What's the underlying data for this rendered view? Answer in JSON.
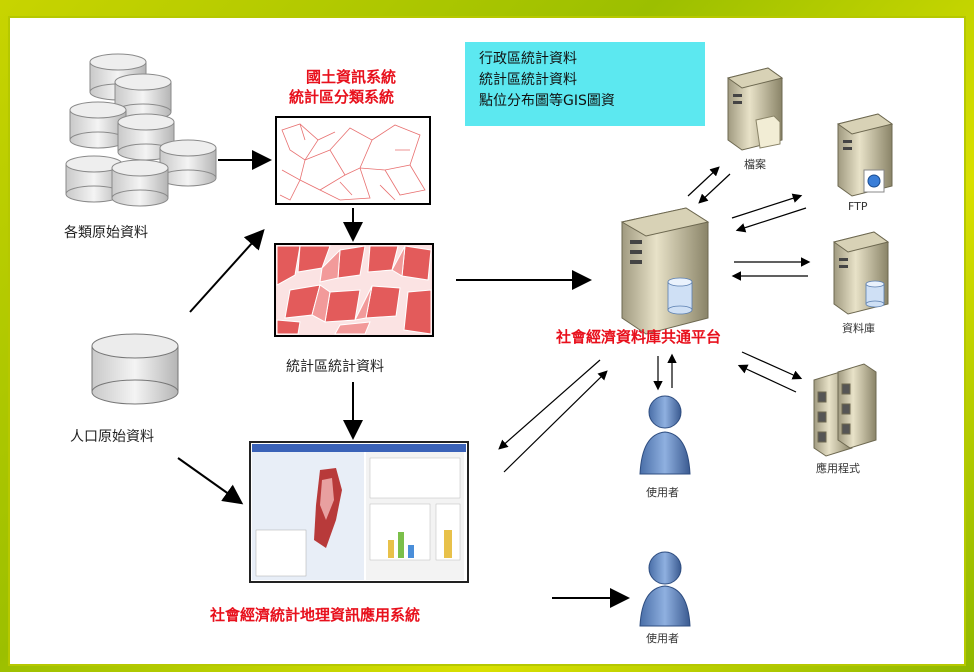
{
  "labels": {
    "raw_data_various": "各類原始資料",
    "population_raw": "人口原始資料",
    "land_info_title_1": "國土資訊系統",
    "land_info_title_2": "統計區分類系統",
    "stat_area_stats": "統計區統計資料",
    "platform": "社會經濟資料庫共通平台",
    "gis_app": "社會經濟統計地理資訊應用系統",
    "archive": "檔案",
    "ftp": "FTP",
    "database": "資料庫",
    "application": "應用程式",
    "user_1": "使用者",
    "user_2": "使用者"
  },
  "info_box": {
    "line_1": "行政區統計資料",
    "line_2": "統計區統計資料",
    "line_3": "點位分布圖等GIS圖資"
  },
  "colors": {
    "accent_red": "#e8101c",
    "info_box_bg": "#5ce8f0",
    "frame_green": "#b6c800"
  }
}
